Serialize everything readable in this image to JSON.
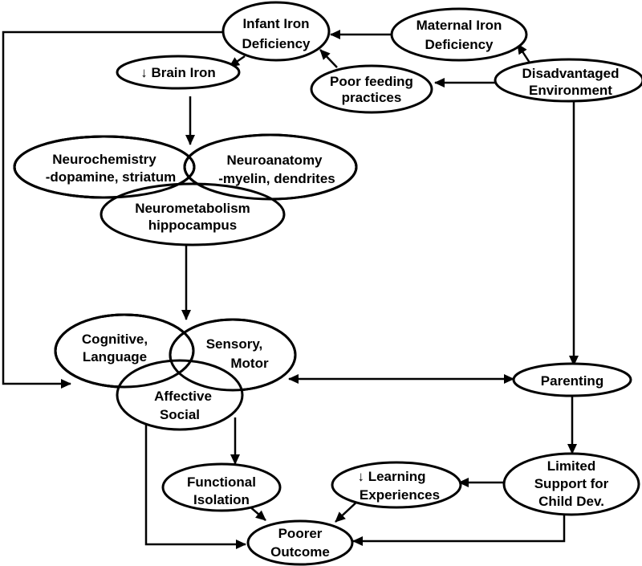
{
  "nodes": {
    "infant_iron": {
      "lines": [
        "Infant  Iron",
        "Deficiency"
      ]
    },
    "maternal_iron": {
      "lines": [
        "Maternal Iron",
        "Deficiency"
      ]
    },
    "disadvantaged": {
      "lines": [
        "Disadvantaged",
        "Environment"
      ]
    },
    "poor_feeding": {
      "lines": [
        "Poor  feeding",
        "practices"
      ]
    },
    "brain_iron": {
      "lines": [
        "↓ Brain Iron"
      ]
    },
    "neurochemistry": {
      "lines": [
        "Neurochemistry",
        "-dopamine, striatum"
      ]
    },
    "neuroanatomy": {
      "lines": [
        "Neuroanatomy",
        "-myelin, dendrites"
      ]
    },
    "neurometabolism": {
      "lines": [
        "Neurometabolism",
        "hippocampus"
      ]
    },
    "cognitive": {
      "lines": [
        "Cognitive,",
        "Language"
      ]
    },
    "sensory": {
      "lines": [
        "Sensory,",
        "Motor"
      ]
    },
    "affective": {
      "lines": [
        "Affective",
        "Social"
      ]
    },
    "parenting": {
      "lines": [
        "Parenting"
      ]
    },
    "limited_support": {
      "lines": [
        "Limited",
        "Support for",
        "Child Dev."
      ]
    },
    "learning": {
      "lines": [
        "↓ Learning",
        "Experiences"
      ]
    },
    "functional": {
      "lines": [
        "Functional",
        "Isolation"
      ]
    },
    "poorer": {
      "lines": [
        "Poorer",
        "Outcome"
      ]
    }
  }
}
